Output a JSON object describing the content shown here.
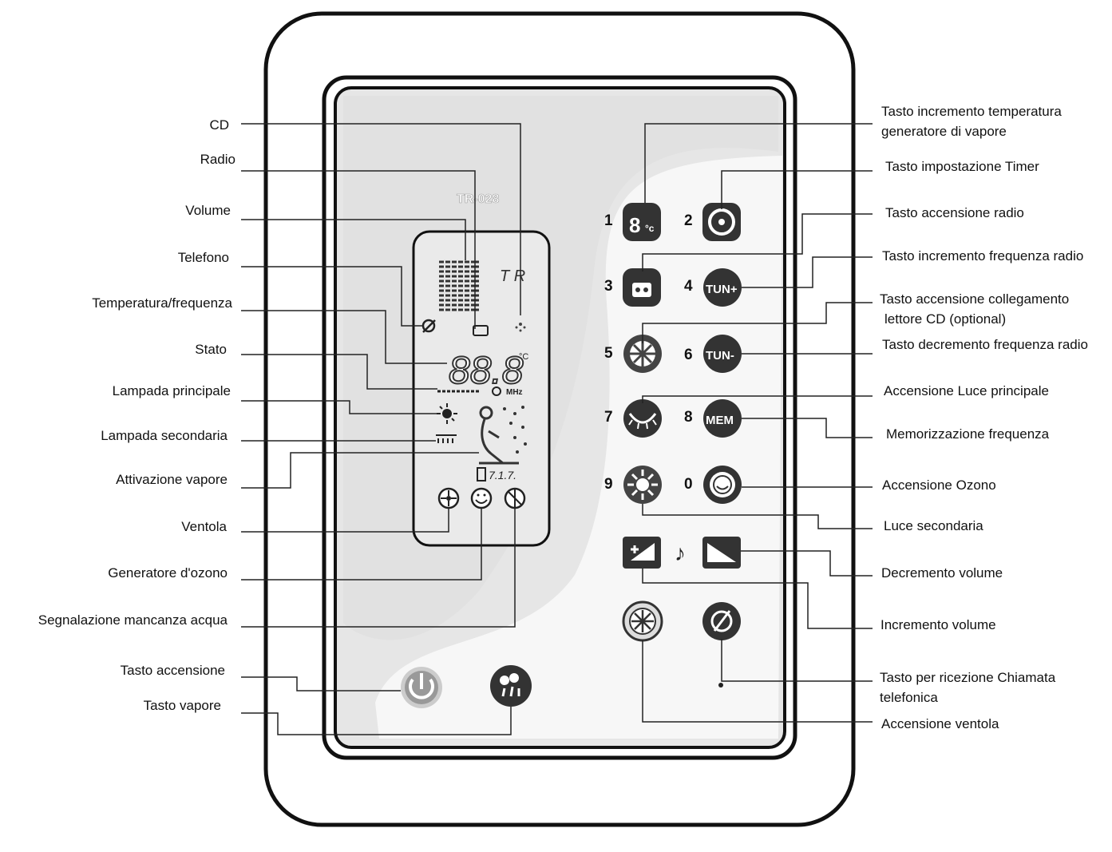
{
  "device": {
    "model_text": "TR-028",
    "brand_text": "T R",
    "lcd_digits": "88.8",
    "lcd_unit_celsius": "°C",
    "lcd_unit_mhz": "MHz"
  },
  "left_labels": {
    "cd": "CD",
    "radio": "Radio",
    "volume": "Volume",
    "telefono": "Telefono",
    "temperatura": "Temperatura/frequenza",
    "stato": "Stato",
    "lampada_principale": "Lampada principale",
    "lampada_secondaria": "Lampada secondaria",
    "attivazione_vapore": "Attivazione vapore",
    "ventola": "Ventola",
    "ozono": "Generatore d'ozono",
    "acqua": "Segnalazione mancanza acqua",
    "tasto_accensione": "Tasto accensione",
    "tasto_vapore": "Tasto vapore"
  },
  "right_labels": {
    "temp_up_1": "Tasto incremento temperatura",
    "temp_up_2": "generatore di vapore",
    "timer": "Tasto impostazione Timer",
    "radio_on": "Tasto accensione radio",
    "freq_up": "Tasto incremento frequenza radio",
    "cd_1": "Tasto accensione collegamento",
    "cd_2": "lettore CD (optional)",
    "freq_down": "Tasto decremento frequenza radio",
    "luce_principale": "Accensione Luce principale",
    "memo": "Memorizzazione frequenza",
    "ozono": "Accensione Ozono",
    "luce_secondaria": "Luce secondaria",
    "vol_down": "Decremento volume",
    "vol_up": "Incremento volume",
    "phone_1": "Tasto per ricezione Chiamata",
    "phone_2": "telefonica",
    "ventola": "Accensione ventola"
  },
  "keys": {
    "k1": "1",
    "k2": "2",
    "k3": "3",
    "k4": "4",
    "k5": "5",
    "k6": "6",
    "k7": "7",
    "k8": "8",
    "k9": "9",
    "k0": "0"
  },
  "button_glyphs": {
    "tun_up": "TUN+",
    "tun_down": "TUN-",
    "mem": "MEM",
    "music_note": "♪"
  },
  "icons": [
    "thermometer-icon",
    "timer-icon",
    "radio-icon",
    "fan-icon",
    "lamp-icon",
    "ozone-icon",
    "light-icon",
    "volume-up-icon",
    "volume-down-icon",
    "phone-icon",
    "power-icon",
    "steam-icon",
    "cd-icon",
    "bather-icon",
    "water-icon"
  ]
}
